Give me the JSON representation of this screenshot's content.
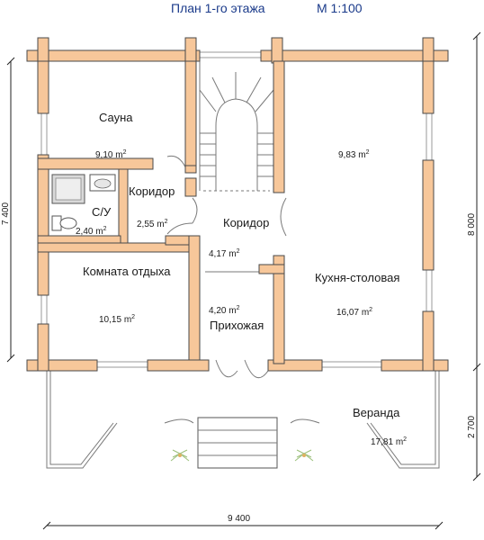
{
  "title": "План 1-го этажа",
  "scale": "М 1:100",
  "rooms": {
    "sauna": {
      "name": "Сауна",
      "area": "9,10"
    },
    "corridor_small": {
      "name": "Коридор",
      "area": "2,55"
    },
    "bathroom": {
      "name": "С/У",
      "area": "2,40"
    },
    "corridor_main": {
      "name": "Коридор",
      "area": "4,17"
    },
    "stair_area": {
      "area": "9,83"
    },
    "rest_room": {
      "name": "Комната отдыха",
      "area": "10,15"
    },
    "hall": {
      "name": "Прихожая",
      "area": "4,20"
    },
    "kitchen": {
      "name": "Кухня-столовая",
      "area": "16,07"
    },
    "veranda": {
      "name": "Веранда",
      "area": "17,81"
    }
  },
  "area_unit": "m",
  "area_unit_sup": "2",
  "dimensions": {
    "left_height": "7 400",
    "right_height": "8 000",
    "veranda_depth": "2 700",
    "bottom_width": "9 400"
  },
  "colors": {
    "wall_fill": "#f7c79a",
    "outline": "#4a4a4a",
    "title": "#1a3a8a"
  }
}
